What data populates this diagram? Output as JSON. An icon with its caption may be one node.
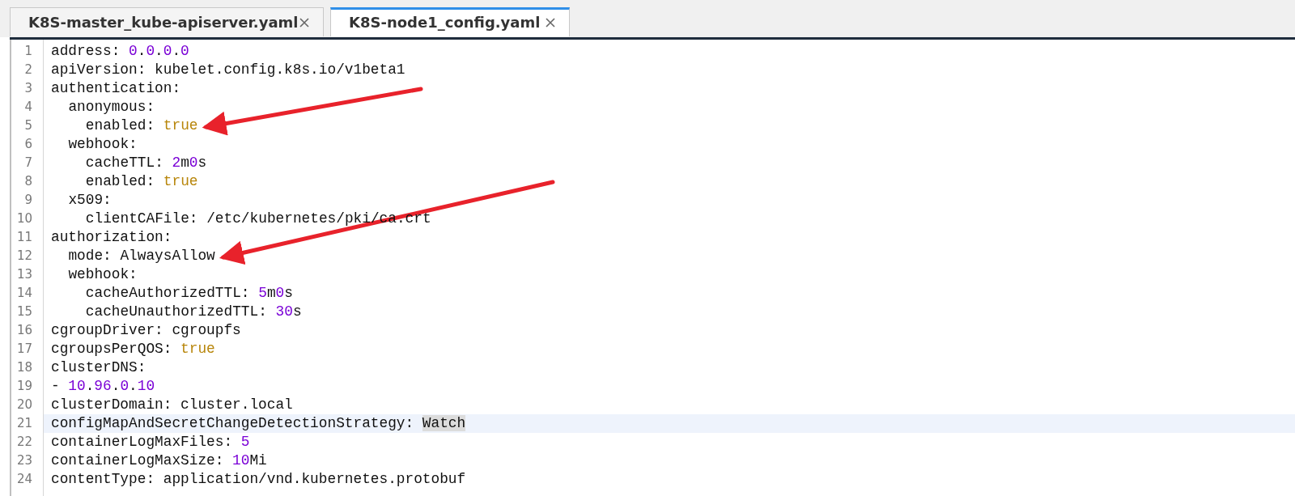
{
  "diagram": {
    "nodes": [
      {
        "text": [
          "enabled: true"
        ]
      },
      {
        "text": [
          "mode: AlwaysAllow"
        ]
      }
    ],
    "edges": [
      {
        "from": null,
        "to": 0,
        "arrow": "to"
      },
      {
        "from": null,
        "to": 1,
        "arrow": "to"
      }
    ],
    "labels": [
      "K8S-master_kube-apiserver.yaml",
      "K8S-node1_config.yaml",
      "1",
      "address: 0.0.0.0",
      "2",
      "apiVersion: kubelet.config.k8s.io/v1beta1",
      "3",
      "authentication:",
      "4",
      "anonymous:",
      "5",
      "6",
      "webhook:",
      "7",
      "cacheTTL: 2m0s",
      "8",
      "enabled: true",
      "9",
      "x509:",
      "10",
      "clientCAFile: /etc/kubernetes/pki/ca.crt",
      "11",
      "authorization:",
      "12",
      "13",
      "webhook:",
      "14",
      "cacheAuthorizedTTL: 5m0s",
      "15",
      "cacheUnauthorizedTTL: 30s",
      "16",
      "cgroupDriver: cgroupfs",
      "17",
      "cgroupsPerQOS: true",
      "18",
      "clusterDNS:",
      "19",
      "- 10.96.0.10",
      "20",
      "clusterDomain: cluster.local",
      "21",
      "configMapAndSecretChangeDetectionStrategy: Watch",
      "22",
      "containerLogMaxFiles: 5",
      "23",
      "containerLogMaxSize: 10Mi",
      "24",
      "contentType: application/vnd.kubernetes.protobuf"
    ]
  }
}
